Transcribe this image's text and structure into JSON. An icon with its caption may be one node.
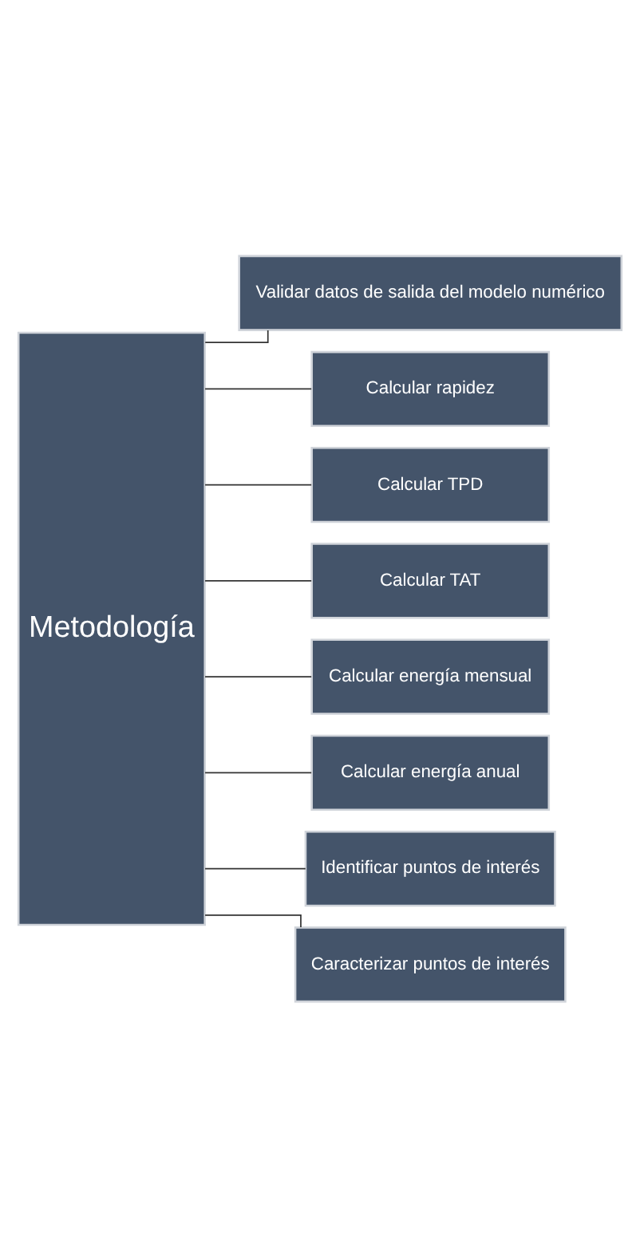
{
  "diagram": {
    "nodes": [
      {
        "text": [
          "Metodología"
        ]
      },
      {
        "text": [
          "Validar datos de salida del modelo numérico"
        ]
      },
      {
        "text": [
          "Calcular rapidez"
        ]
      },
      {
        "text": [
          "Calcular TPD"
        ]
      },
      {
        "text": [
          "Calcular TAT"
        ]
      },
      {
        "text": [
          "Calcular energía mensual"
        ]
      },
      {
        "text": [
          "Calcular energía anual"
        ]
      },
      {
        "text": [
          "Identificar puntos de interés"
        ]
      },
      {
        "text": [
          "Caracterizar puntos de interés"
        ]
      }
    ],
    "edges": [
      {
        "from": 0,
        "to": 1,
        "arrow": "none"
      },
      {
        "from": 0,
        "to": 2,
        "arrow": "none"
      },
      {
        "from": 0,
        "to": 3,
        "arrow": "none"
      },
      {
        "from": 0,
        "to": 4,
        "arrow": "none"
      },
      {
        "from": 0,
        "to": 5,
        "arrow": "none"
      },
      {
        "from": 0,
        "to": 6,
        "arrow": "none"
      },
      {
        "from": 0,
        "to": 7,
        "arrow": "none"
      },
      {
        "from": 0,
        "to": 8,
        "arrow": "none"
      }
    ]
  }
}
